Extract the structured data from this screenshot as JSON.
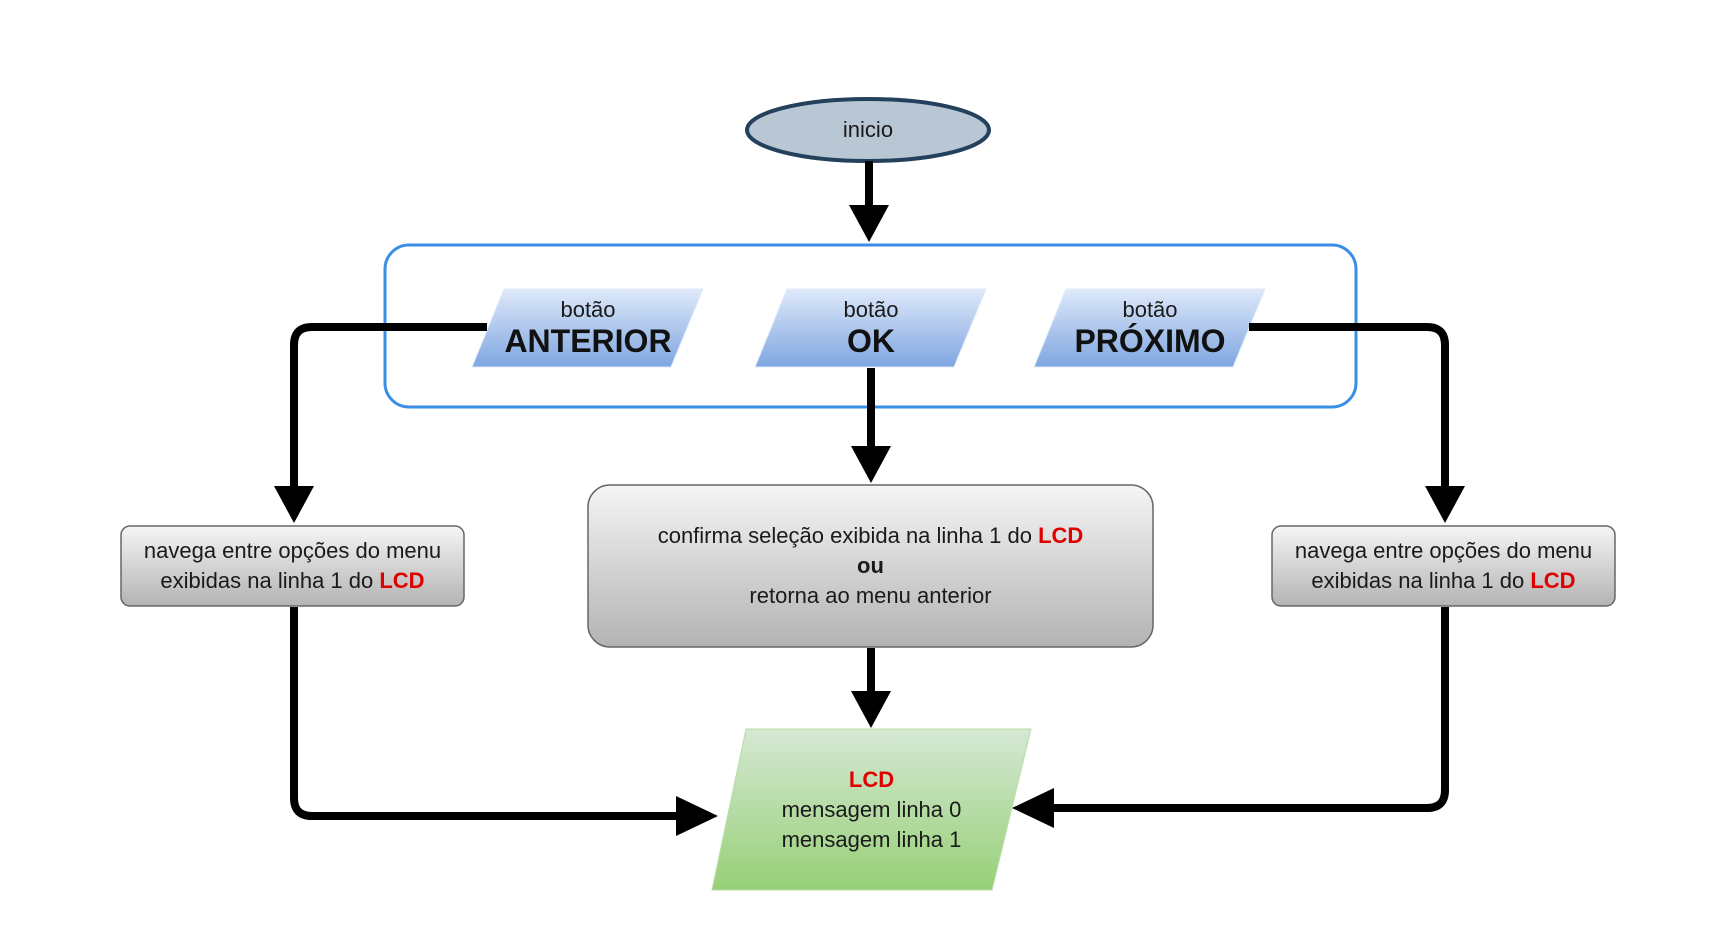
{
  "start": {
    "label": "inicio"
  },
  "buttons": [
    {
      "caption": "botão",
      "name": "ANTERIOR"
    },
    {
      "caption": "botão",
      "name": "OK"
    },
    {
      "caption": "botão",
      "name": "PRÓXIMO"
    }
  ],
  "left_process": {
    "line1": "navega entre opções do menu",
    "line2_prefix": "exibidas na linha 1 do ",
    "line2_highlight": "LCD"
  },
  "center_process": {
    "line1_prefix": "confirma seleção exibida na linha 1 do ",
    "line1_highlight": "LCD",
    "line2": "ou",
    "line3": "retorna ao menu anterior"
  },
  "right_process": {
    "line1": "navega entre opções do menu",
    "line2_prefix": "exibidas na linha 1 do ",
    "line2_highlight": "LCD"
  },
  "output": {
    "title": "LCD",
    "line1": "mensagem linha 0",
    "line2": "mensagem linha 1"
  },
  "colors": {
    "highlight": "#e00000",
    "group_border": "#3a8ee6",
    "terminal_fill": "#b8c7d3",
    "terminal_stroke": "#23405c"
  }
}
